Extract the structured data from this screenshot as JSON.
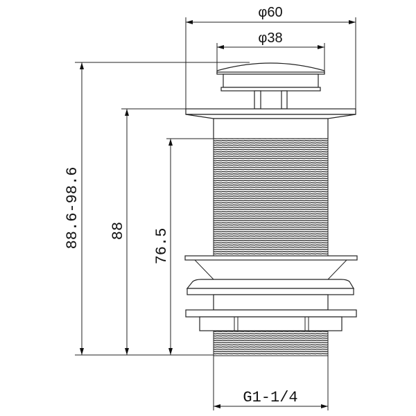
{
  "drawing": {
    "title": "Pop-up basin waste dimensions",
    "dimensions": {
      "flange_diameter": "φ60",
      "cap_diameter": "φ38",
      "overall_height": "88.6-98.6",
      "body_height": "88",
      "thread_length": "76.5",
      "thread_size": "G1-1/4"
    },
    "colors": {
      "line": "#222222",
      "background": "#ffffff"
    }
  }
}
